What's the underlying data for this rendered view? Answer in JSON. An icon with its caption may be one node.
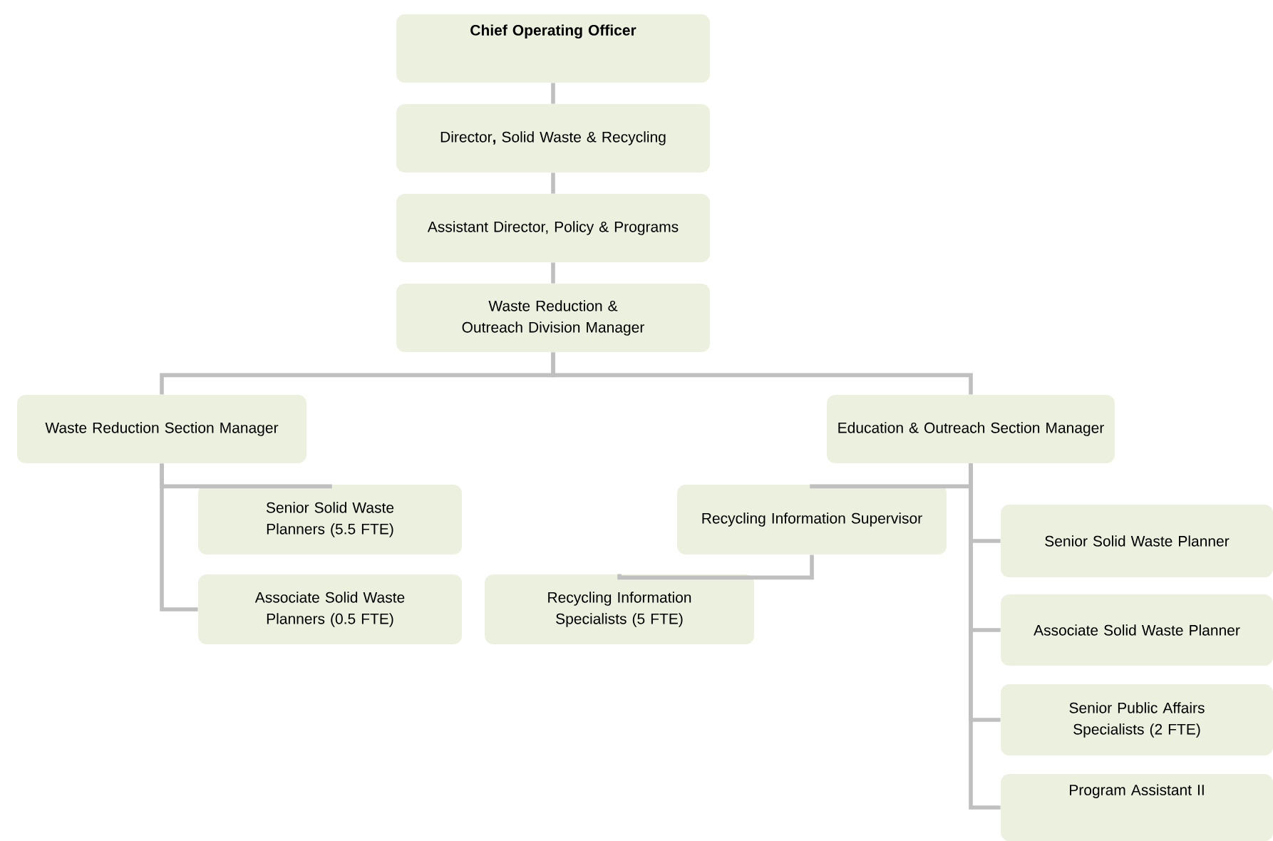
{
  "diagram": {
    "nodes": [
      {
        "text": [
          "Chief Operating Officer"
        ]
      },
      {
        "text": [
          "Director**,** Solid Waste & Recycling"
        ]
      },
      {
        "text": [
          "Assistant Director, Policy & Programs"
        ]
      },
      {
        "text": [
          "Waste Reduction & Outreach Division Manager"
        ]
      },
      {
        "text": [
          "Waste Reduction Section Manager"
        ]
      },
      {
        "text": [
          "Senior Solid Waste Planners (5.5 FTE)"
        ]
      },
      {
        "text": [
          "Associate Solid Waste Planners (0.5 FTE)"
        ]
      },
      {
        "text": [
          "Education & Outreach Section Manager"
        ]
      },
      {
        "text": [
          "Recycling Information Supervisor"
        ]
      },
      {
        "text": [
          "Recycling Information Specialists (5 FTE)"
        ]
      },
      {
        "text": [
          "Senior Solid Waste Planner"
        ]
      },
      {
        "text": [
          "Associate Solid Waste Planner"
        ]
      },
      {
        "text": [
          "Senior Public Affairs Specialists (2 FTE)"
        ]
      },
      {
        "text": [
          "Program Assistant II"
        ]
      }
    ],
    "edges": [
      {
        "from": 0,
        "to": 1,
        "arrow": "none"
      },
      {
        "from": 1,
        "to": 2,
        "arrow": "none"
      },
      {
        "from": 2,
        "to": 3,
        "arrow": "none"
      },
      {
        "from": 3,
        "to": 4,
        "arrow": "none"
      },
      {
        "from": 3,
        "to": 7,
        "arrow": "none"
      },
      {
        "from": 4,
        "to": 5,
        "arrow": "none"
      },
      {
        "from": 4,
        "to": 6,
        "arrow": "none"
      },
      {
        "from": 7,
        "to": 8,
        "arrow": "none"
      },
      {
        "from": 8,
        "to": 9,
        "arrow": "none"
      },
      {
        "from": 7,
        "to": 10,
        "arrow": "none"
      },
      {
        "from": 7,
        "to": 11,
        "arrow": "none"
      },
      {
        "from": 7,
        "to": 12,
        "arrow": "none"
      },
      {
        "from": 7,
        "to": 13,
        "arrow": "none"
      }
    ]
  }
}
